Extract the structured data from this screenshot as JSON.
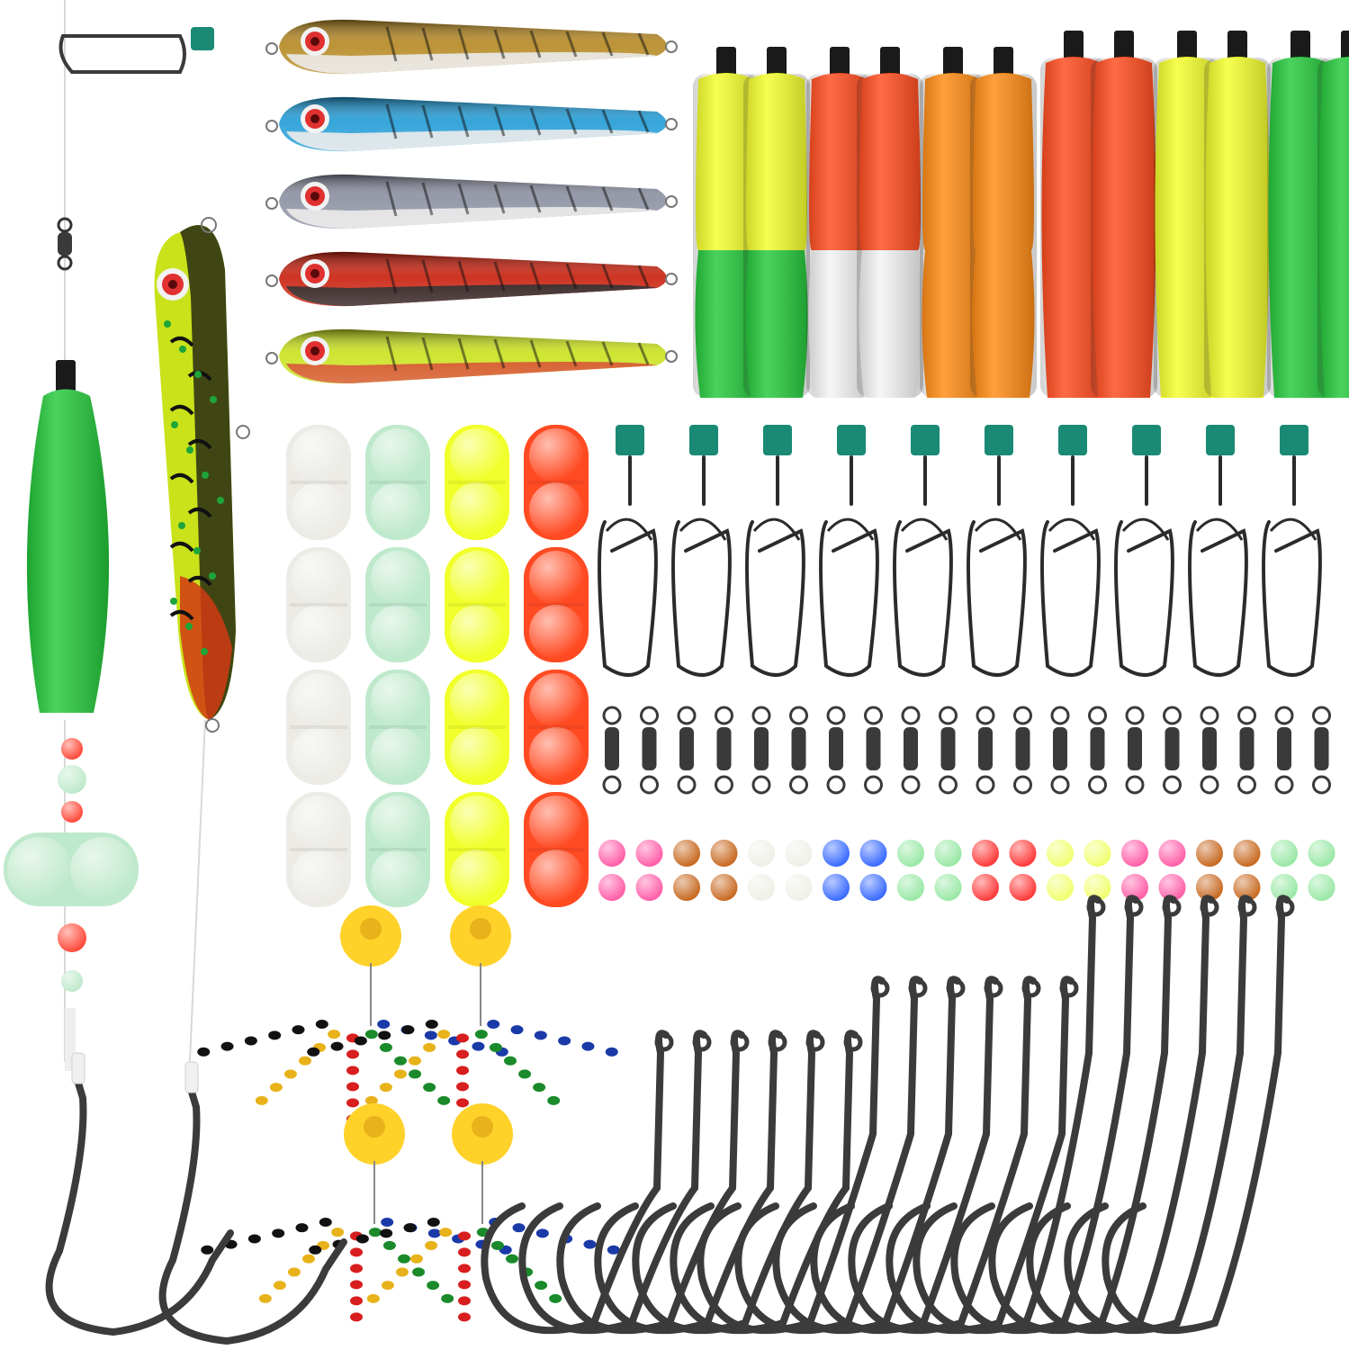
{
  "image": {
    "background": "#ffffff"
  },
  "floats": {
    "pairs": [
      {
        "top": "#f4ff2a",
        "bottom": "#23c83a"
      },
      {
        "top": "#ff4a1c",
        "bottom": "#f4f4f4"
      },
      {
        "top": "#ff8a12",
        "bottom": "#ff8a12"
      },
      {
        "top": "#ff4a1c",
        "bottom": "#ff4a1c"
      },
      {
        "top": "#f4ff2a",
        "bottom": "#f4ff2a"
      },
      {
        "top": "#23c83a",
        "bottom": "#23c83a"
      }
    ],
    "cap_color": "#1a1a1a"
  },
  "lures": [
    {
      "body": "#b5871f",
      "belly": "#e8e8e8",
      "eye": "#e03030"
    },
    {
      "body": "#1f9bd6",
      "belly": "#e8e8e8",
      "eye": "#e03030"
    },
    {
      "body": "#8a8fa0",
      "belly": "#e8e8e8",
      "eye": "#e03030"
    },
    {
      "body": "#c81d0a",
      "belly": "#111111",
      "eye": "#e03030"
    },
    {
      "body": "#c9e21a",
      "belly": "#d13a14",
      "eye": "#e03030"
    }
  ],
  "rattle_beads": {
    "columns": [
      "#ecebe6",
      "#bfe9cc",
      "#f1ff2a",
      "#ff4a22"
    ],
    "rows": 4
  },
  "snap_swivels": {
    "count": 10,
    "clip_color": "#1a8a74",
    "wire_color": "#2b2b2b"
  },
  "barrel_swivels": {
    "count": 20,
    "color": "#3a3a3a"
  },
  "small_beads": {
    "colors": [
      "#ff5fa8",
      "#c86a22",
      "#f0f0e8",
      "#3a6bff",
      "#9ae8a6",
      "#ff3b3b",
      "#f0ff70",
      "#ff5fa8",
      "#c86a22",
      "#9ae8a6"
    ]
  },
  "bobber_stops": {
    "disc_color": "#ffd22a",
    "bead_colors": [
      "#111111",
      "#e8b21a",
      "#d81e1e",
      "#1a8a2a",
      "#1a3aa8"
    ],
    "count": 4
  },
  "hooks": {
    "color": "#3b3b3b",
    "groups": [
      6,
      6,
      6
    ]
  },
  "rig": {
    "float_color": "#23c83a",
    "glow_bead_color": "#bfe9cc",
    "red_bead_color": "#ff4a3a"
  }
}
